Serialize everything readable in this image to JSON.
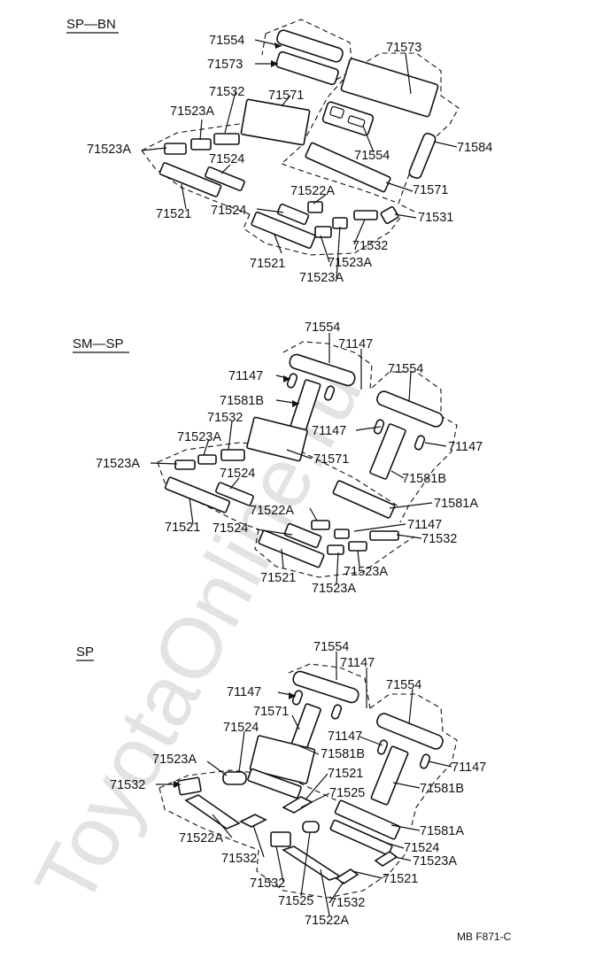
{
  "watermark": "ToyotaOnline.ru",
  "code": "MB  F871-C",
  "sections": [
    {
      "title": "SP—BN",
      "labels": [
        "71554",
        "71573",
        "71532",
        "71523A",
        "71523A",
        "71524",
        "71521",
        "71524",
        "71521",
        "71522A",
        "71523A",
        "71523A",
        "71532",
        "71571",
        "71573",
        "71554",
        "71584",
        "71571",
        "71531"
      ]
    },
    {
      "title": "SM—SP",
      "labels": [
        "71554",
        "71147",
        "71147",
        "71581B",
        "71532",
        "71523A",
        "71523A",
        "71524",
        "71521",
        "71524",
        "71521",
        "71522A",
        "71523A",
        "71523A",
        "71147",
        "71571",
        "71554",
        "71147",
        "71581B",
        "71581A",
        "71147",
        "71532"
      ]
    },
    {
      "title": "SP",
      "labels": [
        "71554",
        "71147",
        "71147",
        "71571",
        "71524",
        "71523A",
        "71532",
        "71522A",
        "71532",
        "71532",
        "71525",
        "71522A",
        "71532",
        "71581B",
        "71521",
        "71525",
        "71147",
        "71554",
        "71147",
        "71581B",
        "71581A",
        "71524",
        "71523A",
        "71521"
      ]
    }
  ]
}
